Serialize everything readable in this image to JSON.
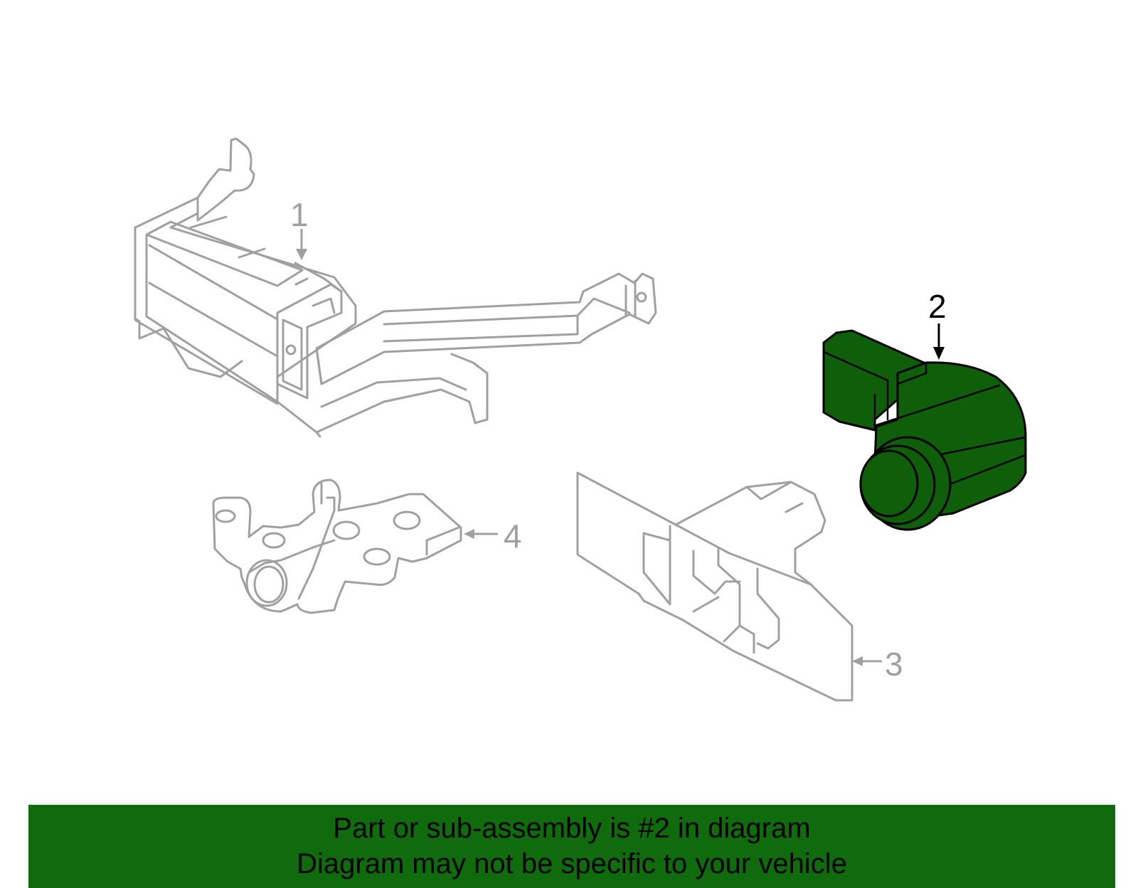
{
  "diagram": {
    "callouts": [
      {
        "number": "1",
        "highlighted": false
      },
      {
        "number": "2",
        "highlighted": true
      },
      {
        "number": "3",
        "highlighted": false
      },
      {
        "number": "4",
        "highlighted": false
      }
    ],
    "highlight_color": "#0f5e0a",
    "part_outline_color": "#a0a0a0"
  },
  "banner": {
    "line1": "Part or sub-assembly is #2 in diagram",
    "line2": "Diagram may not be specific to your vehicle",
    "background_color": "#0f6b0b"
  }
}
